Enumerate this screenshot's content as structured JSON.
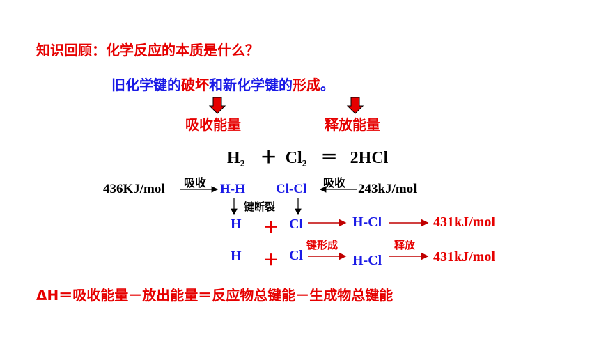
{
  "review": {
    "question": "知识回顾：化学反应的本质是什么？",
    "answer": {
      "part1": "旧化学键的",
      "break_word": "破坏",
      "part2": "和新化学键的",
      "form_word": "形成",
      "period": "。"
    }
  },
  "energy": {
    "absorb_label": "吸收能量",
    "release_label": "释放能量"
  },
  "equation": {
    "h": "H",
    "h_sub": "2",
    "plus": "＋",
    "cl": "Cl",
    "cl_sub": "2",
    "equals": "＝",
    "product": "2HCl"
  },
  "bonds": {
    "hh_energy": "436KJ/mol",
    "absorb_left": "吸收",
    "hh": "H-H",
    "clcl": "Cl-Cl",
    "absorb_right": "吸收",
    "clcl_energy": "243kJ/mol",
    "break_label": "键断裂",
    "row1": {
      "h": "H",
      "plus": "＋",
      "cl": "Cl",
      "hcl": "H-Cl",
      "energy": "431kJ/mol"
    },
    "form_label": "键形成",
    "release_label": "释放",
    "row2": {
      "h": "H",
      "plus": "＋",
      "cl": "Cl",
      "hcl": "H-Cl",
      "energy": "431kJ/mol"
    }
  },
  "formula": "ΔH＝吸收能量－放出能量＝反应物总键能－生成物总键能",
  "colors": {
    "red": "#e60000",
    "blue": "#1a1ae6",
    "arrow_red": "#c00000"
  }
}
